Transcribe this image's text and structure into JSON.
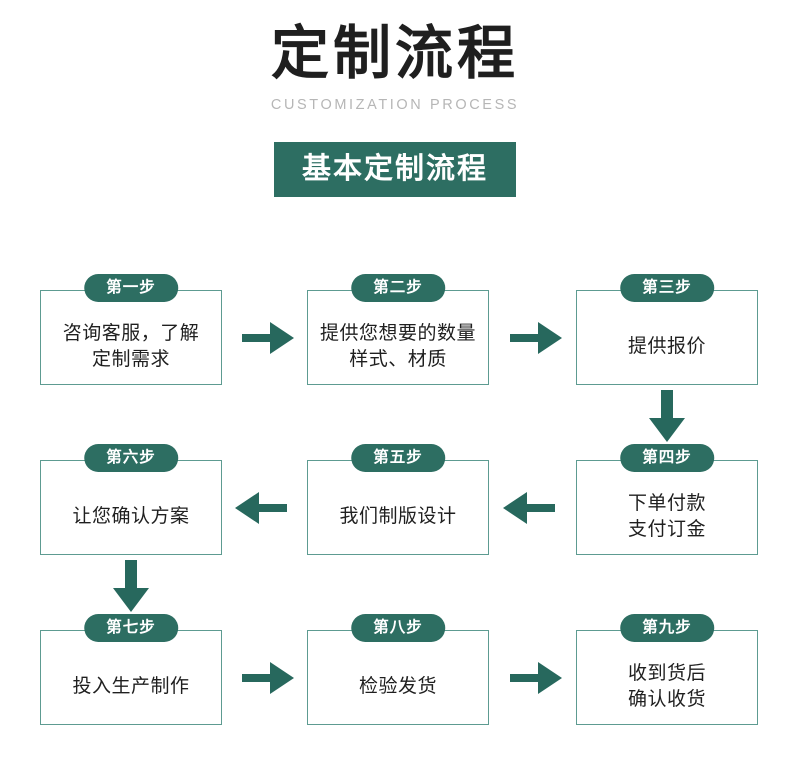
{
  "header": {
    "title": "定制流程",
    "subtitle": "CUSTOMIZATION PROCESS",
    "banner": "基本定制流程"
  },
  "colors": {
    "teal_solid": "#2d6e62",
    "teal_border": "#5d9b91",
    "arrow": "#27685d",
    "title": "#1f1f1f",
    "subtitle": "#b6b6b6",
    "background": "#ffffff"
  },
  "flow": {
    "steps": [
      {
        "badge": "第一步",
        "lines": [
          "咨询客服，了解",
          "定制需求"
        ]
      },
      {
        "badge": "第二步",
        "lines": [
          "提供您想要的数量",
          "样式、材质"
        ]
      },
      {
        "badge": "第三步",
        "lines": [
          "提供报价"
        ]
      },
      {
        "badge": "第四步",
        "lines": [
          "下单付款",
          "支付订金"
        ]
      },
      {
        "badge": "第五步",
        "lines": [
          "我们制版设计"
        ]
      },
      {
        "badge": "第六步",
        "lines": [
          "让您确认方案"
        ]
      },
      {
        "badge": "第七步",
        "lines": [
          "投入生产制作"
        ]
      },
      {
        "badge": "第八步",
        "lines": [
          "检验发货"
        ]
      },
      {
        "badge": "第九步",
        "lines": [
          "收到货后",
          "确认收货"
        ]
      }
    ],
    "connectors": [
      {
        "name": "arrow-step1-to-step2",
        "direction": "right"
      },
      {
        "name": "arrow-step2-to-step3",
        "direction": "right"
      },
      {
        "name": "arrow-step3-to-step4",
        "direction": "down"
      },
      {
        "name": "arrow-step4-to-step5",
        "direction": "left"
      },
      {
        "name": "arrow-step5-to-step6",
        "direction": "left"
      },
      {
        "name": "arrow-step6-to-step7",
        "direction": "down"
      },
      {
        "name": "arrow-step7-to-step8",
        "direction": "right"
      },
      {
        "name": "arrow-step8-to-step9",
        "direction": "right"
      }
    ]
  }
}
